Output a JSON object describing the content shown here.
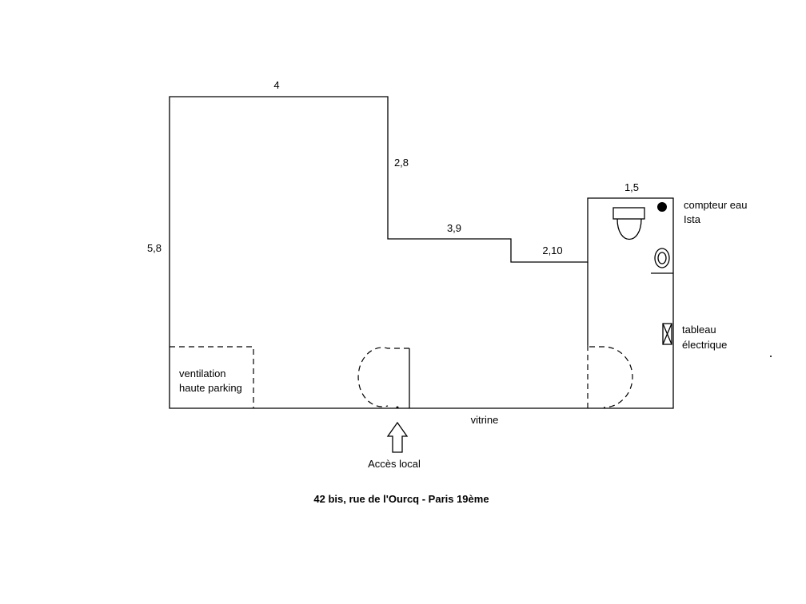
{
  "dimensions": {
    "top_width": "4",
    "left_height": "5,8",
    "step_height": "2,8",
    "step_width": "3,9",
    "small_step": "2,10",
    "wc_width": "1,5"
  },
  "labels": {
    "water_meter_line1": "compteur eau",
    "water_meter_line2": "Ista",
    "panel_line1": "tableau",
    "panel_line2": "électrique",
    "ventilation_line1": "ventilation",
    "ventilation_line2": "haute parking",
    "shop_window": "vitrine",
    "entrance": "Accès local"
  },
  "title": "42 bis, rue de l'Ourcq - Paris 19ème"
}
